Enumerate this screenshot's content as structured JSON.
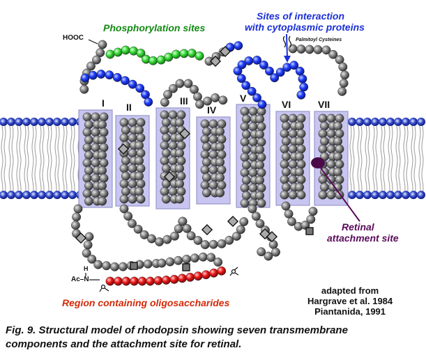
{
  "labels": {
    "phosphorylation": "Phosphorylation sites",
    "interaction_line1": "Sites of interaction",
    "interaction_line2": "with cytoplasmic proteins",
    "palmitoyl": "Palmitoyl Cysteines",
    "retinal_line1": "Retinal",
    "retinal_line2": "attachment site",
    "oligosaccharides": "Region containing oligosaccharides",
    "cooh": "HOOC",
    "acn": "Ac–N",
    "h": "H"
  },
  "helices": [
    "I",
    "II",
    "III",
    "IV",
    "V",
    "VI",
    "VII"
  ],
  "credit": {
    "line1": "adapted from",
    "line2": "Hargrave et al. 1984",
    "line3": "Piantanida, 1991"
  },
  "caption": {
    "line1": "Fig. 9. Structural model of rhodopsin showing seven transmembrane",
    "line2": "components and the attachment site for retinal."
  },
  "colors": {
    "residue": "#4a4a4a",
    "phosphorylation": "#33cc33",
    "interaction": "#1a2fd8",
    "oligosaccharide": "#dd1111",
    "retinal": "#4a0a4a",
    "helix_box": "#c8c6f0",
    "lipid_head": "#1a2fb0",
    "phosphorylation_text": "#138a13",
    "interaction_text": "#1a2fd8",
    "retinal_text": "#5a0a5a",
    "oligo_text": "#d32a0a"
  }
}
